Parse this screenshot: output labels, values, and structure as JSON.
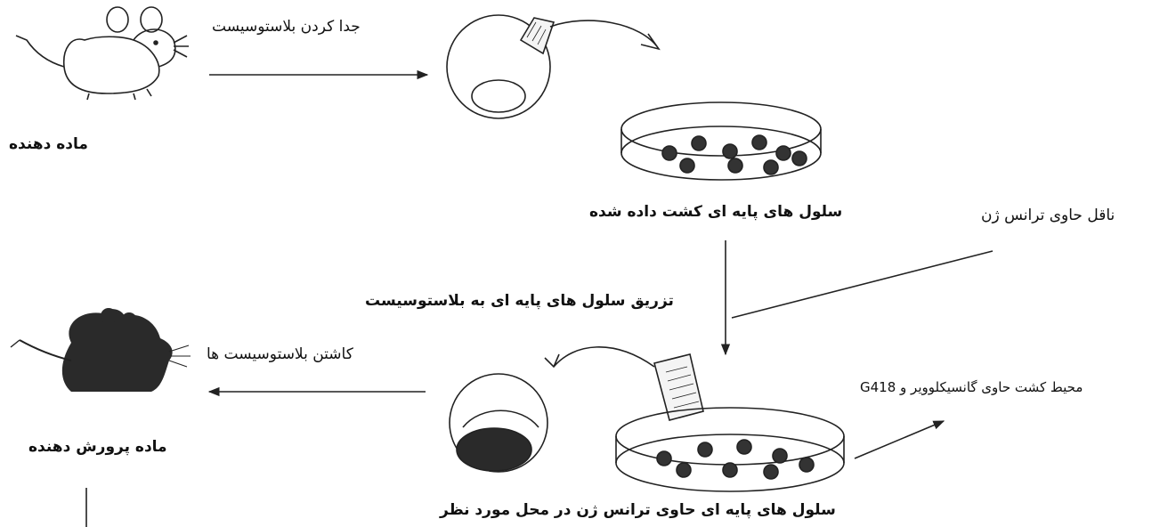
{
  "labels": {
    "donor_female": "ماده دهنده",
    "remove_blastocyst": "جدا کردن بلاستوسیست",
    "cultured_stem_cells": "سلول های پایه ای کشت داده شده",
    "transgene_vector": "ناقل حاوی ترانس ژن",
    "inject_stem_cells": "تزریق سلول های پایه ای به بلاستوسیست",
    "implant_blastocysts": "کاشتن بلاستوسیست ها",
    "foster_female": "ماده پرورش دهنده",
    "culture_medium": "محیط کشت حاوی گانسیکلوویر و G418",
    "targeted_stem_cells": "سلول های پایه ای حاوی ترانس ژن در محل مورد نظر"
  }
}
